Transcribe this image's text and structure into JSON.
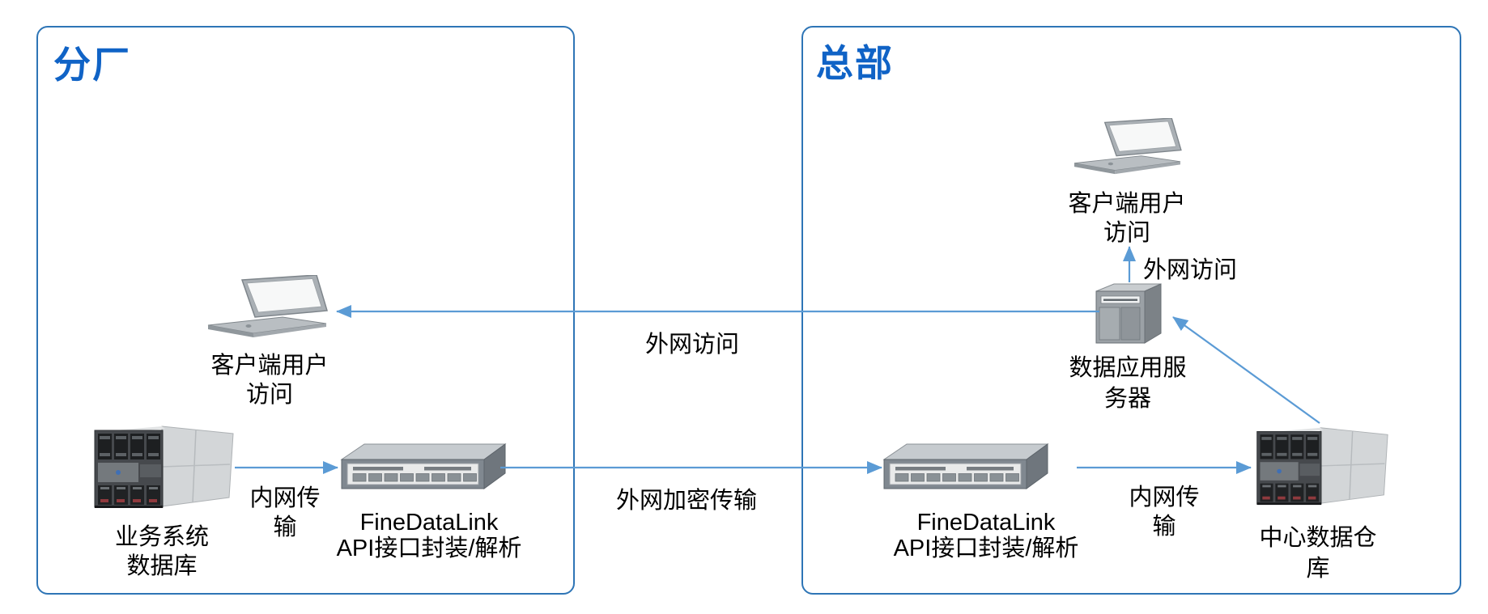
{
  "colors": {
    "box_border": "#2E75B6",
    "title_blue": "#1063C6",
    "arrow_blue": "#5B9BD5",
    "label_text": "#000000"
  },
  "branch": {
    "title": "分厂",
    "client": {
      "label": "客户端用户\n访问",
      "icon": "laptop-icon"
    },
    "database": {
      "label": "业务系统\n数据库",
      "icon": "blade-server-icon"
    },
    "gateway": {
      "label": "FineDataLink\nAPI接口封装/解析",
      "icon": "network-switch-icon"
    }
  },
  "hq": {
    "title": "总部",
    "client": {
      "label": "客户端用户\n访问",
      "icon": "laptop-icon"
    },
    "app_server": {
      "label": "数据应用服\n务器",
      "icon": "tower-server-icon"
    },
    "gateway": {
      "label": "FineDataLink\nAPI接口封装/解析",
      "icon": "network-switch-icon"
    },
    "warehouse": {
      "label": "中心数据仓\n库",
      "icon": "blade-server-icon"
    }
  },
  "edges": {
    "branch_intranet": {
      "label": "内网传\n输"
    },
    "wan_access": {
      "label": "外网访问"
    },
    "wan_encrypted": {
      "label": "外网加密传输"
    },
    "hq_intranet": {
      "label": "内网传\n输"
    },
    "hq_wan_access": {
      "label": "外网访问"
    },
    "warehouse_to_app_server": {
      "label": ""
    }
  }
}
